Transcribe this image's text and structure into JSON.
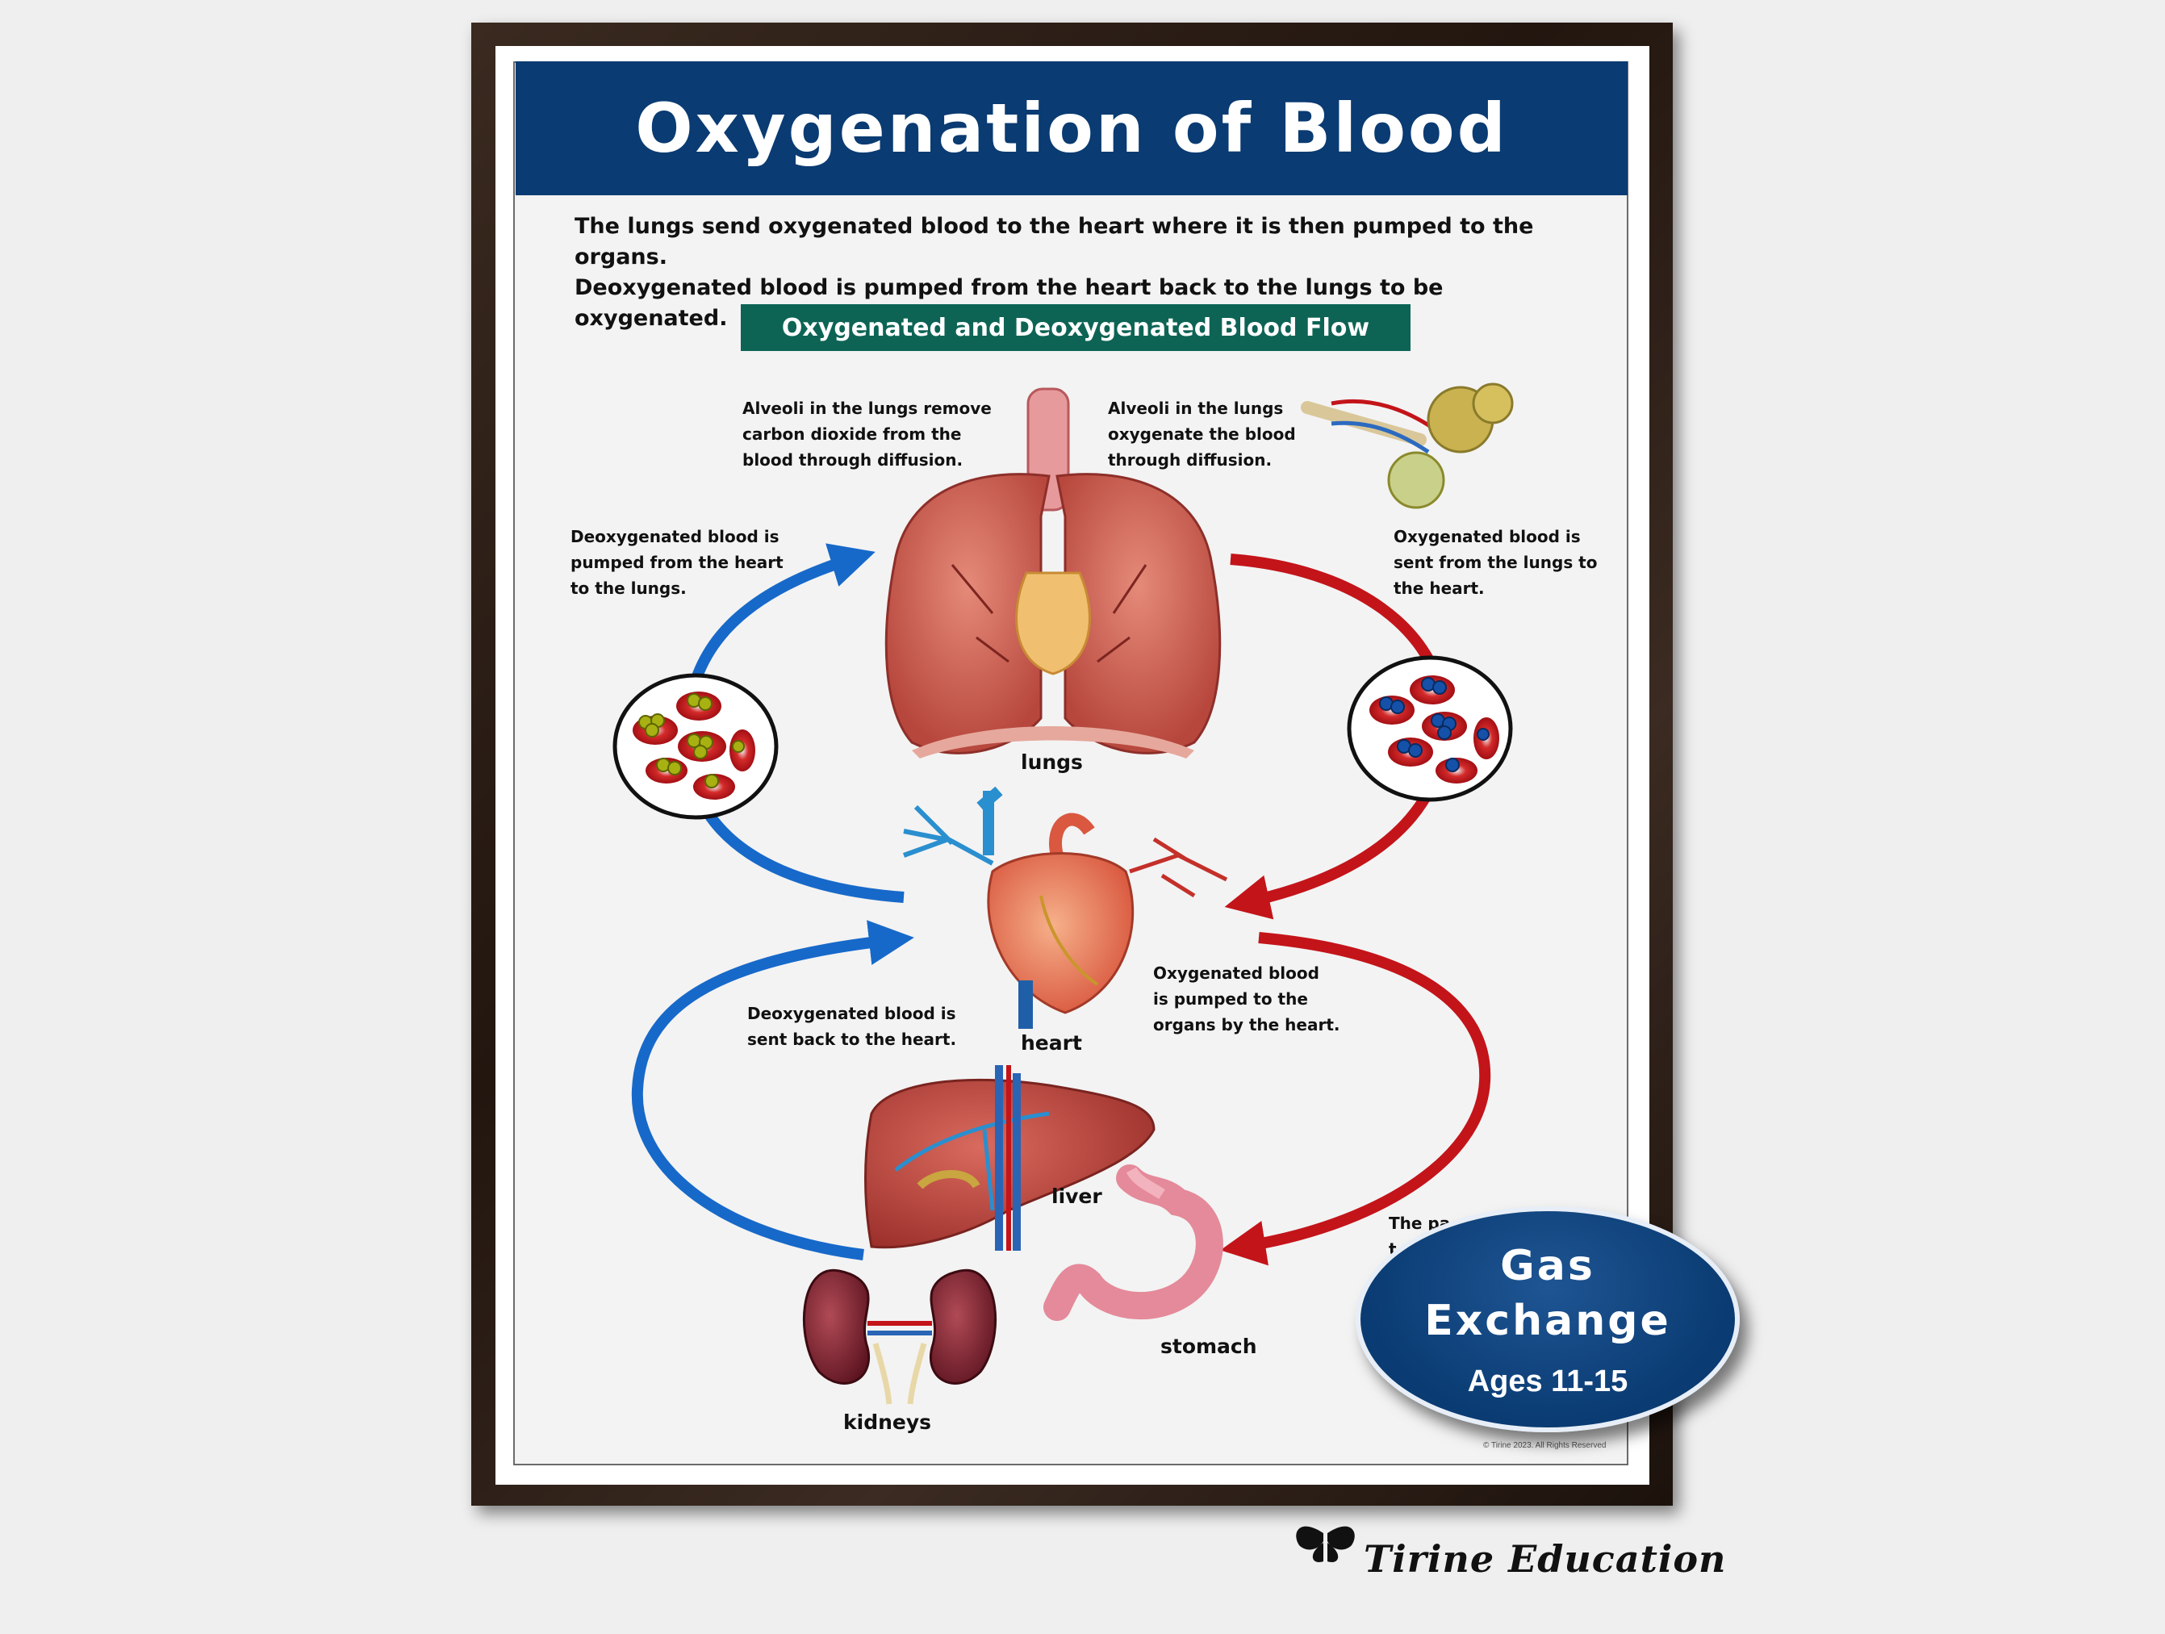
{
  "title": "Oxygenation of Blood",
  "intro": {
    "line1": "The lungs send oxygenated blood to the heart where it is then pumped to the organs.",
    "line2": "Deoxygenated blood is pumped from the heart back to the lungs to be oxygenated."
  },
  "subtitle": "Oxygenated and Deoxygenated Blood Flow",
  "notes": {
    "alveoli_remove": [
      "Alveoli in the lungs remove",
      "carbon dioxide from the",
      "blood through diffusion."
    ],
    "alveoli_oxygenate": [
      "Alveoli in the lungs",
      "oxygenate the blood",
      "through diffusion."
    ],
    "deoxy_to_lungs": [
      "Deoxygenated blood is",
      "pumped from the heart",
      "to the lungs."
    ],
    "oxy_to_heart": [
      "Oxygenated blood is",
      "sent from the lungs to",
      "the heart."
    ],
    "oxy_to_organs": [
      "Oxygenated blood",
      "is pumped to the",
      "organs by the heart."
    ],
    "deoxy_back": [
      "Deoxygenated blood is",
      "sent back to the heart."
    ],
    "partial": [
      "The pa",
      "t"
    ]
  },
  "organs": {
    "lungs": "lungs",
    "heart": "heart",
    "liver": "liver",
    "stomach": "stomach",
    "kidneys": "kidneys"
  },
  "badge": {
    "line1": "Gas",
    "line2": "Exchange",
    "ages": "Ages 11-15"
  },
  "copyright": "© Tirine 2023. All Rights Reserved",
  "brand": "Tirine Education",
  "colors": {
    "title_bar": "#0a3b72",
    "subtitle_bar": "#0d6455",
    "deoxygenated_arrow": "#1769c9",
    "oxygenated_arrow": "#c3141a"
  }
}
